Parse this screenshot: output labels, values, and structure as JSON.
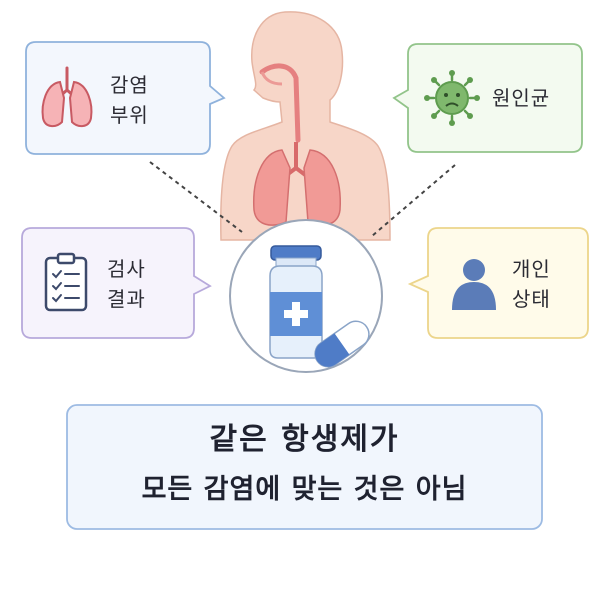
{
  "callouts": {
    "infection_site": {
      "line1": "감염",
      "line2": "부위",
      "icon": "lungs-icon",
      "border_color": "#8fb2dc",
      "fill_color": "#f3f7fd"
    },
    "pathogen": {
      "text": "원인균",
      "icon": "virus-icon",
      "border_color": "#92c48a",
      "fill_color": "#f3faf0"
    },
    "test_results": {
      "line1": "검사",
      "line2": "결과",
      "icon": "clipboard-icon",
      "border_color": "#b7a9db",
      "fill_color": "#f6f3fc"
    },
    "patient_state": {
      "line1": "개인",
      "line2": "상태",
      "icon": "person-icon",
      "border_color": "#ecd58b",
      "fill_color": "#fffbea"
    }
  },
  "center": {
    "icon": "medicine-bottle-capsule-icon"
  },
  "message": {
    "line1": "같은 항생제가",
    "line2": "모든 감염에 맞는 것은 아님",
    "border_color": "#9dbbe3",
    "fill_color": "#f1f6fd"
  }
}
